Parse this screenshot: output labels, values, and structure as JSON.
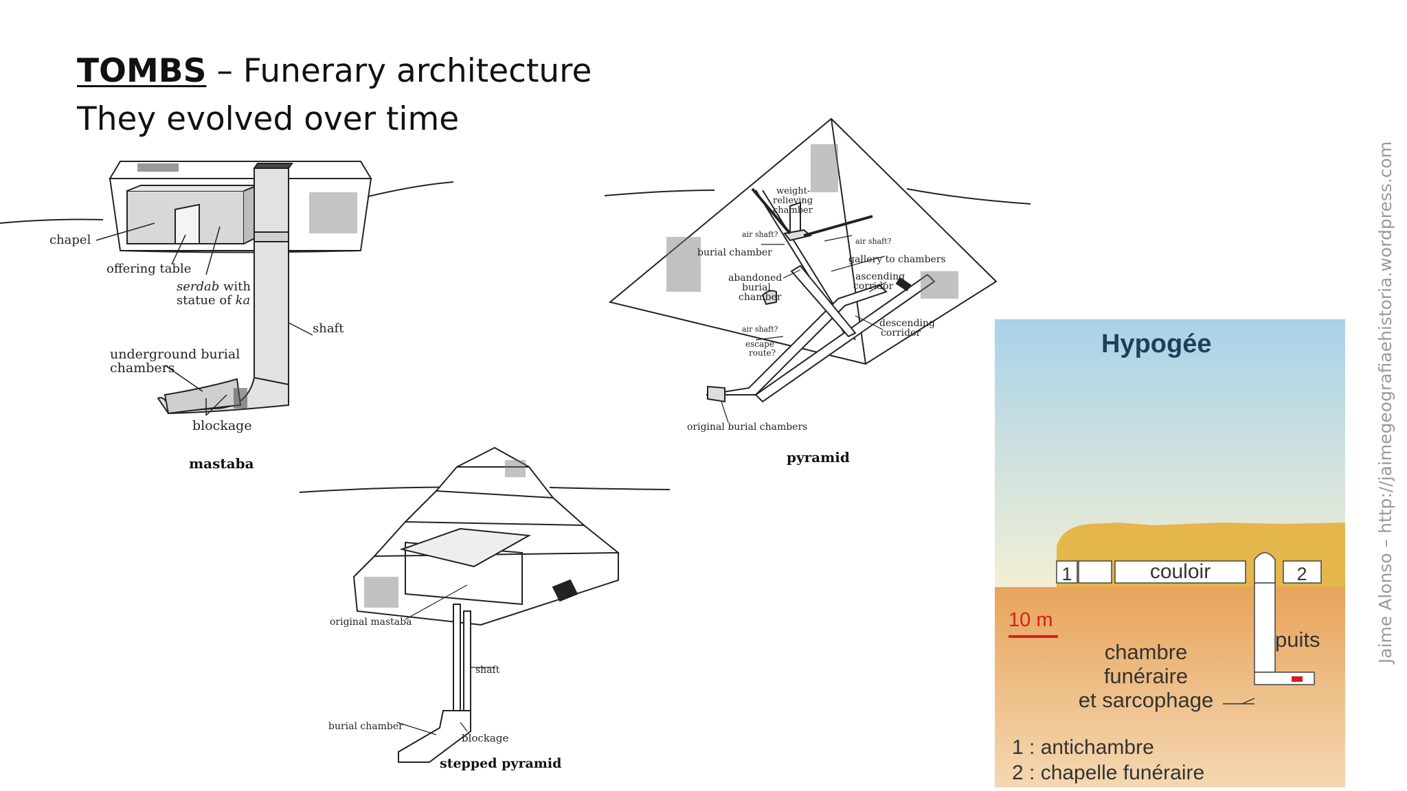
{
  "title": {
    "bold": "TOMBS",
    "rest": " – Funerary architecture",
    "subtitle": "They evolved over time"
  },
  "mastaba": {
    "chapel": "chapel",
    "offering_table": "offering table",
    "serdab_1_italic": "serdab",
    "serdab_1_rest": " with",
    "serdab_2_a": "statue of ",
    "serdab_2_b_italic": "ka",
    "shaft": "shaft",
    "underground_1": "underground burial",
    "underground_2": "chambers",
    "blockage": "blockage",
    "caption": "mastaba"
  },
  "pyramid": {
    "weight_1": "weight-",
    "weight_2": "relieving",
    "weight_3": "chamber",
    "air_shaft_left": "air shaft?",
    "air_shaft_right": "air shaft?",
    "burial_chamber": "burial chamber",
    "gallery": "gallery to chambers",
    "abandoned_1": "abandoned",
    "abandoned_2": "burial",
    "abandoned_3": "chamber",
    "ascending_1": "ascending",
    "ascending_2": "corridor",
    "air_shaft_low": "air shaft?",
    "descending_1": "descending",
    "descending_2": "corridor",
    "escape_1": "escape",
    "escape_2": "route?",
    "original_burial": "original burial chambers",
    "caption": "pyramid"
  },
  "stepped": {
    "original_mastaba": "original mastaba",
    "shaft": "shaft",
    "burial_chamber": "burial chamber",
    "blockage": "blockage",
    "caption": "stepped pyramid"
  },
  "hypogee": {
    "title": "Hypogée",
    "label_1": "1",
    "label_2": "2",
    "couloir": "couloir",
    "scale": "10 m",
    "puits": "puits",
    "chambre_1": "chambre",
    "chambre_2": "funéraire",
    "chambre_3": "et sarcophage",
    "legend_1": "1 : antichambre",
    "legend_2": "2 : chapelle funéraire",
    "colors": {
      "sky_top": "#a9d2ea",
      "sky_bottom": "#f2efd4",
      "rock": "#e5b64c",
      "ground_top": "#e8a45c",
      "ground_bottom": "#f4d8b2",
      "title": "#1f4058",
      "scale": "#d61f1f"
    }
  },
  "credit": "Jaime Alonso – http://jaimegeografiaehistoria.wordpress.com"
}
